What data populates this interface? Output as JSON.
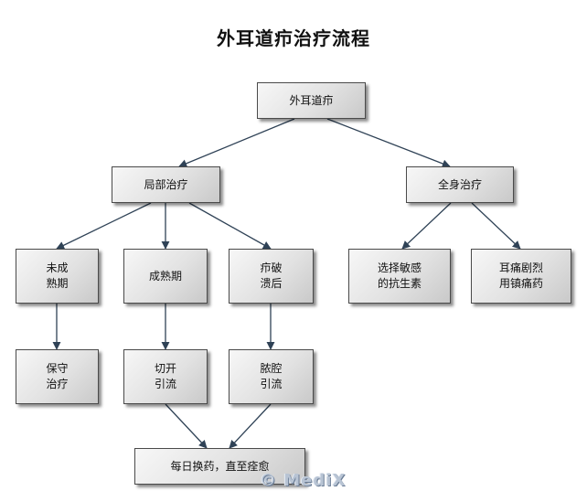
{
  "title": "外耳道疖治疗流程",
  "nodes": {
    "root": "外耳道疖",
    "local": "局部治疗",
    "systemic": "全身治疗",
    "immature": "未成熟期",
    "mature": "成熟期",
    "ruptured": "疖破溃后",
    "antibiotics": "选择敏感的抗生素",
    "analgesic": "耳痛剧烈用镇痛药",
    "conservative": "保守治疗",
    "incision": "切开引流",
    "cavity": "脓腔引流",
    "daily": "每日换药，直至痊愈"
  },
  "watermark": "© MediX"
}
